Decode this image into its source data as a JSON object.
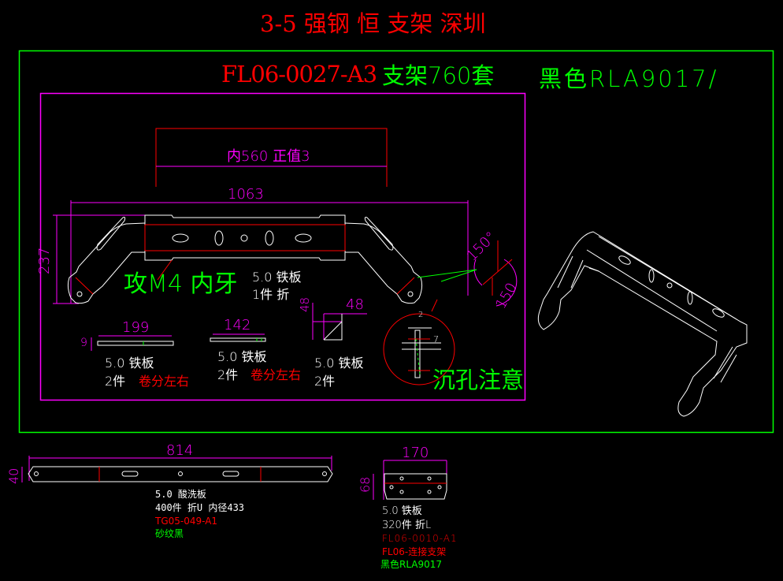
{
  "title": "3-5 强钢 恒 支架   深圳",
  "colors": {
    "background": "#000000",
    "frame_outer": "#00ff00",
    "frame_inner": "#ff00ff",
    "dimension": "#ff00ff",
    "outline": "#ffffff",
    "centerline": "#ff0000",
    "note_green": "#00ff00",
    "note_red": "#ff0000"
  },
  "header": {
    "part_no": "FL06-0027-A3",
    "part_desc": "支架760套",
    "color_spec": "黑色RLA9017/"
  },
  "main_bracket": {
    "dim_inner": "内560 正值3",
    "dim_total_width": "1063",
    "dim_height": "237",
    "note_tap": "攻M4 内牙",
    "material": "5.0  铁板",
    "qty": "1件  折",
    "angle_1": "150°",
    "angle_2": "150"
  },
  "parts": [
    {
      "dim": "199",
      "dim_side": "9",
      "material": "5.0  铁板",
      "qty": "2件",
      "note": "卷分左右"
    },
    {
      "dim": "142",
      "material": "5.0  铁板",
      "qty": "2件",
      "note": "卷分左右"
    },
    {
      "dim": "48",
      "dim_side": "48",
      "material": "5.0  铁板",
      "qty": "2件"
    }
  ],
  "detail": {
    "note": "沉孔注意",
    "dim_a": "2",
    "dim_b": "7"
  },
  "strip_part": {
    "dim_length": "814",
    "dim_width": "40",
    "material": "5.0 酸洗板",
    "qty": "400件 折U 内径433",
    "part_no": "TG05-049-A1",
    "finish": "砂纹黑"
  },
  "connector_part": {
    "dim_width": "170",
    "dim_height": "68",
    "material": "5.0  铁板",
    "qty": "320件  折L",
    "part_no": "FL06-0010-A1",
    "desc": "FL06-连接支架",
    "finish": "黑色RLA9017"
  }
}
